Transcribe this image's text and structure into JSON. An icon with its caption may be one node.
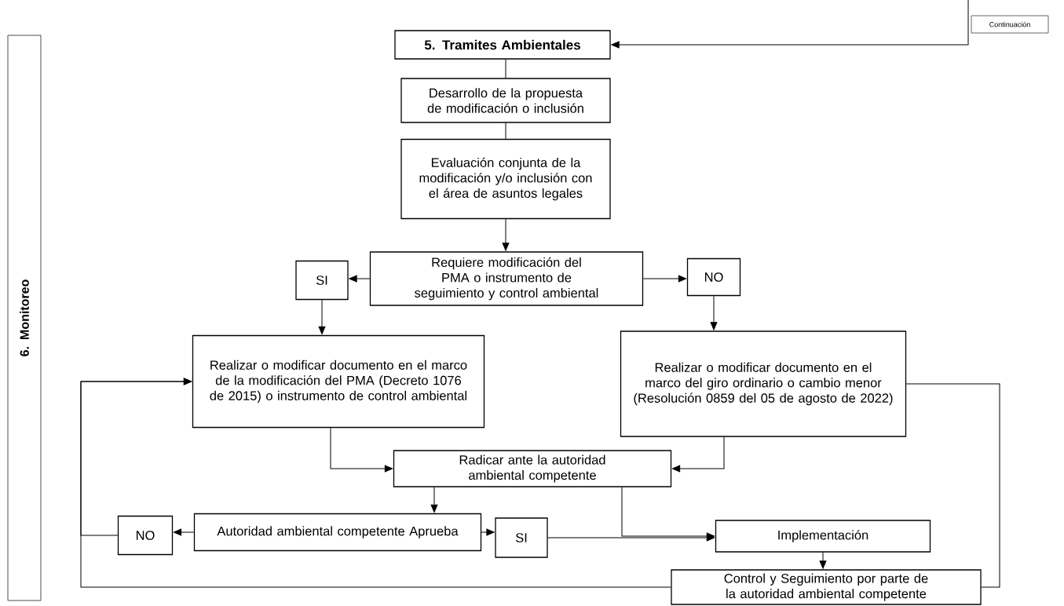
{
  "diagram": {
    "nodes": [
      {
        "text": [
          "Continuación"
        ]
      },
      {
        "text": [
          "5. Tramites Ambientales"
        ]
      },
      {
        "text": [
          "Desarrollo de la propuesta de modificación o inclusión"
        ]
      },
      {
        "text": [
          "Evaluación conjunta de la modificación y/o inclusión con el área de asuntos legales"
        ]
      },
      {
        "text": [
          "Requiere modificación del PMA o instrumento de seguimiento y control ambiental"
        ]
      },
      {
        "text": [
          "SI"
        ]
      },
      {
        "text": [
          "NO"
        ]
      },
      {
        "text": [
          "Realizar  o modificar documento en el marco de la modificación del PMA (Decreto 1076 de 2015) o instrumento de control ambiental"
        ]
      },
      {
        "text": [
          "Realizar  o modificar documento en el marco del giro ordinario o cambio menor  (Resolución 0859 del 05 de agosto de 2022)"
        ]
      },
      {
        "text": [
          "Radicar ante la autoridad ambiental competente"
        ]
      },
      {
        "text": [
          "Autoridad ambiental competente Aprueba"
        ]
      },
      {
        "text": [
          "NO"
        ]
      },
      {
        "text": [
          "SI"
        ]
      },
      {
        "text": [
          "Implementación"
        ]
      },
      {
        "text": [
          "Control y Seguimiento por parte de la autoridad ambiental competente"
        ]
      },
      {
        "text": [
          "6. Monitoreo"
        ]
      }
    ],
    "edges": [
      {
        "from": null,
        "to": 1,
        "arrow": "to"
      },
      {
        "from": 1,
        "to": 2,
        "arrow": "none"
      },
      {
        "from": 2,
        "to": 3,
        "arrow": "none"
      },
      {
        "from": 3,
        "to": 4,
        "arrow": "to"
      },
      {
        "from": 4,
        "to": 5,
        "arrow": "to"
      },
      {
        "from": 4,
        "to": 6,
        "arrow": "to"
      },
      {
        "from": 5,
        "to": 7,
        "arrow": "to"
      },
      {
        "from": 6,
        "to": 8,
        "arrow": "to"
      },
      {
        "from": 7,
        "to": 9,
        "arrow": "to"
      },
      {
        "from": 8,
        "to": 9,
        "arrow": "to"
      },
      {
        "from": 9,
        "to": 10,
        "arrow": "to"
      },
      {
        "from": 10,
        "to": 11,
        "arrow": "to"
      },
      {
        "from": 10,
        "to": 12,
        "arrow": "to"
      },
      {
        "from": 12,
        "to": 13,
        "arrow": "to"
      },
      {
        "from": 9,
        "to": 13,
        "arrow": "to"
      },
      {
        "from": 13,
        "to": 14,
        "arrow": "to"
      },
      {
        "from": 11,
        "to": 7,
        "arrow": "to"
      },
      {
        "from": 14,
        "to": 7,
        "arrow": "to"
      },
      {
        "from": 8,
        "to": 14,
        "arrow": "none"
      }
    ]
  }
}
